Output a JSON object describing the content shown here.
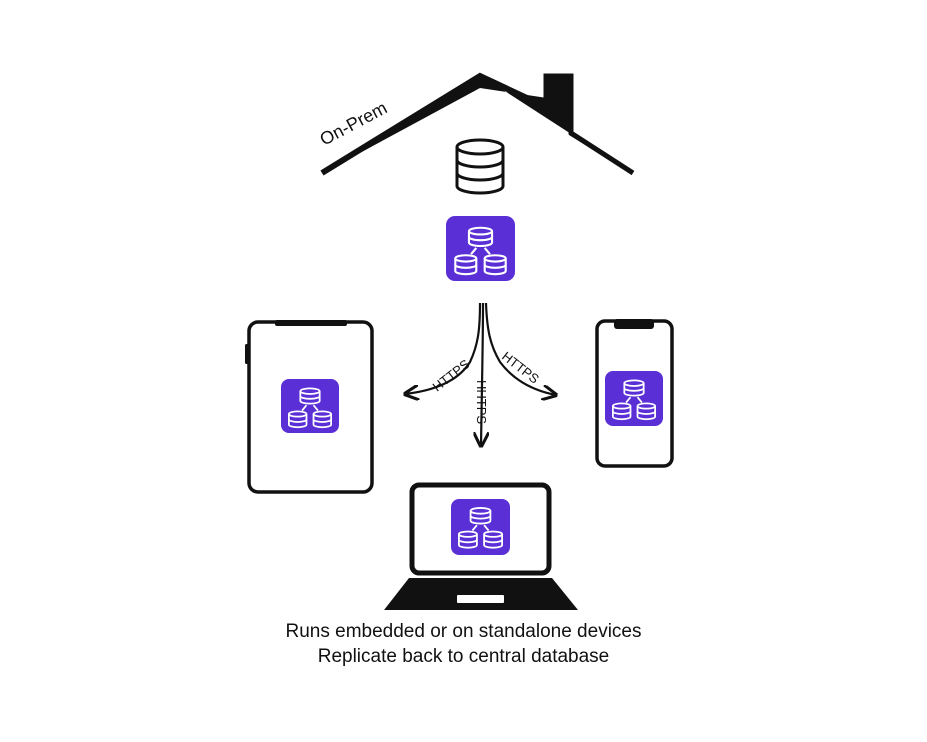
{
  "labels": {
    "on_prem": "On-Prem",
    "https_left": "HTTPS",
    "https_center": "HHTPS",
    "https_right": "HTTPS"
  },
  "caption": {
    "line1": "Runs embedded or on standalone devices",
    "line2": "Replicate back to central database"
  },
  "colors": {
    "app_icon": "#5a2fd6",
    "stroke": "#111111",
    "background": "#ffffff"
  },
  "icons": {
    "central": "database-icon",
    "app": "replicated-database-app-icon",
    "devices": [
      "tablet-icon",
      "phone-icon",
      "laptop-icon"
    ]
  }
}
